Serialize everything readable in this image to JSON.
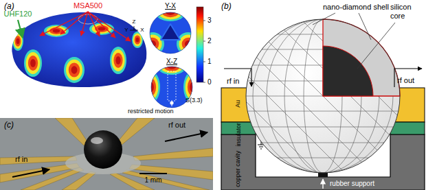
{
  "diagram": {
    "labels": [
      "(a)",
      "MSA500",
      "UHF120",
      "Y",
      "Z",
      "X",
      "Y-X",
      "X-Z",
      "3",
      "2",
      "1",
      "0",
      "S(3.3)",
      "restricted motion",
      "(b)",
      "nano-diamond shell",
      "silicon core",
      "rf in",
      "rf out",
      "Au",
      "insulator",
      "copper cavity",
      "rubber support",
      "(c)",
      "rf in",
      "rf out",
      "1 mm"
    ]
  }
}
